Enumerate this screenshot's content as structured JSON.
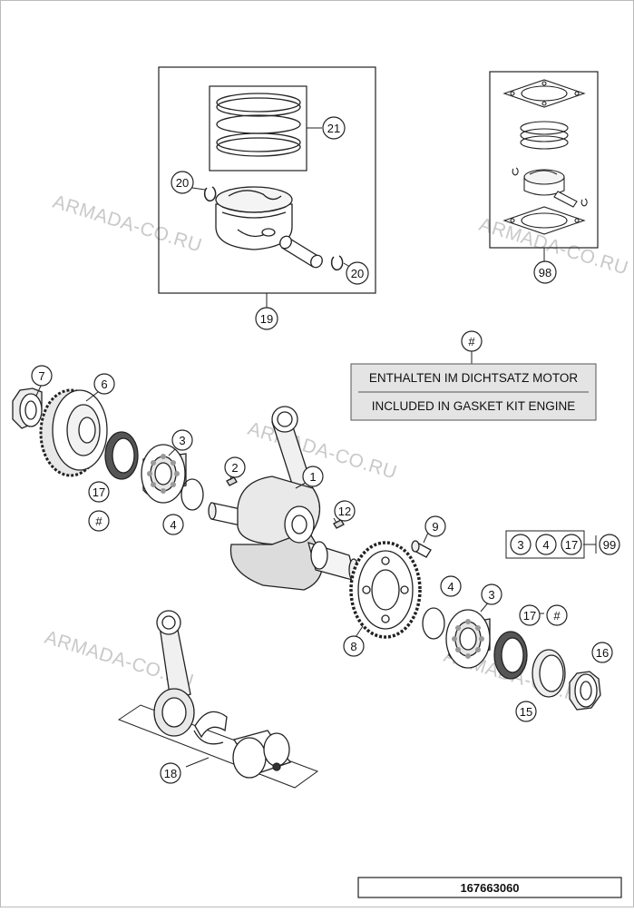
{
  "watermark": "ARMADA-CO.RU",
  "legend": {
    "line1": "ENTHALTEN IM DICHTSATZ MOTOR",
    "line2": "INCLUDED IN GASKET KIT ENGINE"
  },
  "part_number": "167663060",
  "callouts": {
    "c1": "1",
    "c2": "2",
    "c3a": "3",
    "c3b": "3",
    "c4a": "4",
    "c4b": "4",
    "c6": "6",
    "c7": "7",
    "c8": "8",
    "c9": "9",
    "c12": "12",
    "c15": "15",
    "c16": "16",
    "c17a": "17",
    "c17b": "17",
    "c18": "18",
    "c19": "19",
    "c20a": "20",
    "c20b": "20",
    "c21": "21",
    "c98": "98",
    "c99": "99",
    "h1": "#",
    "h2": "#",
    "h3": "#",
    "g3": "3",
    "g4": "4",
    "g17": "17"
  }
}
